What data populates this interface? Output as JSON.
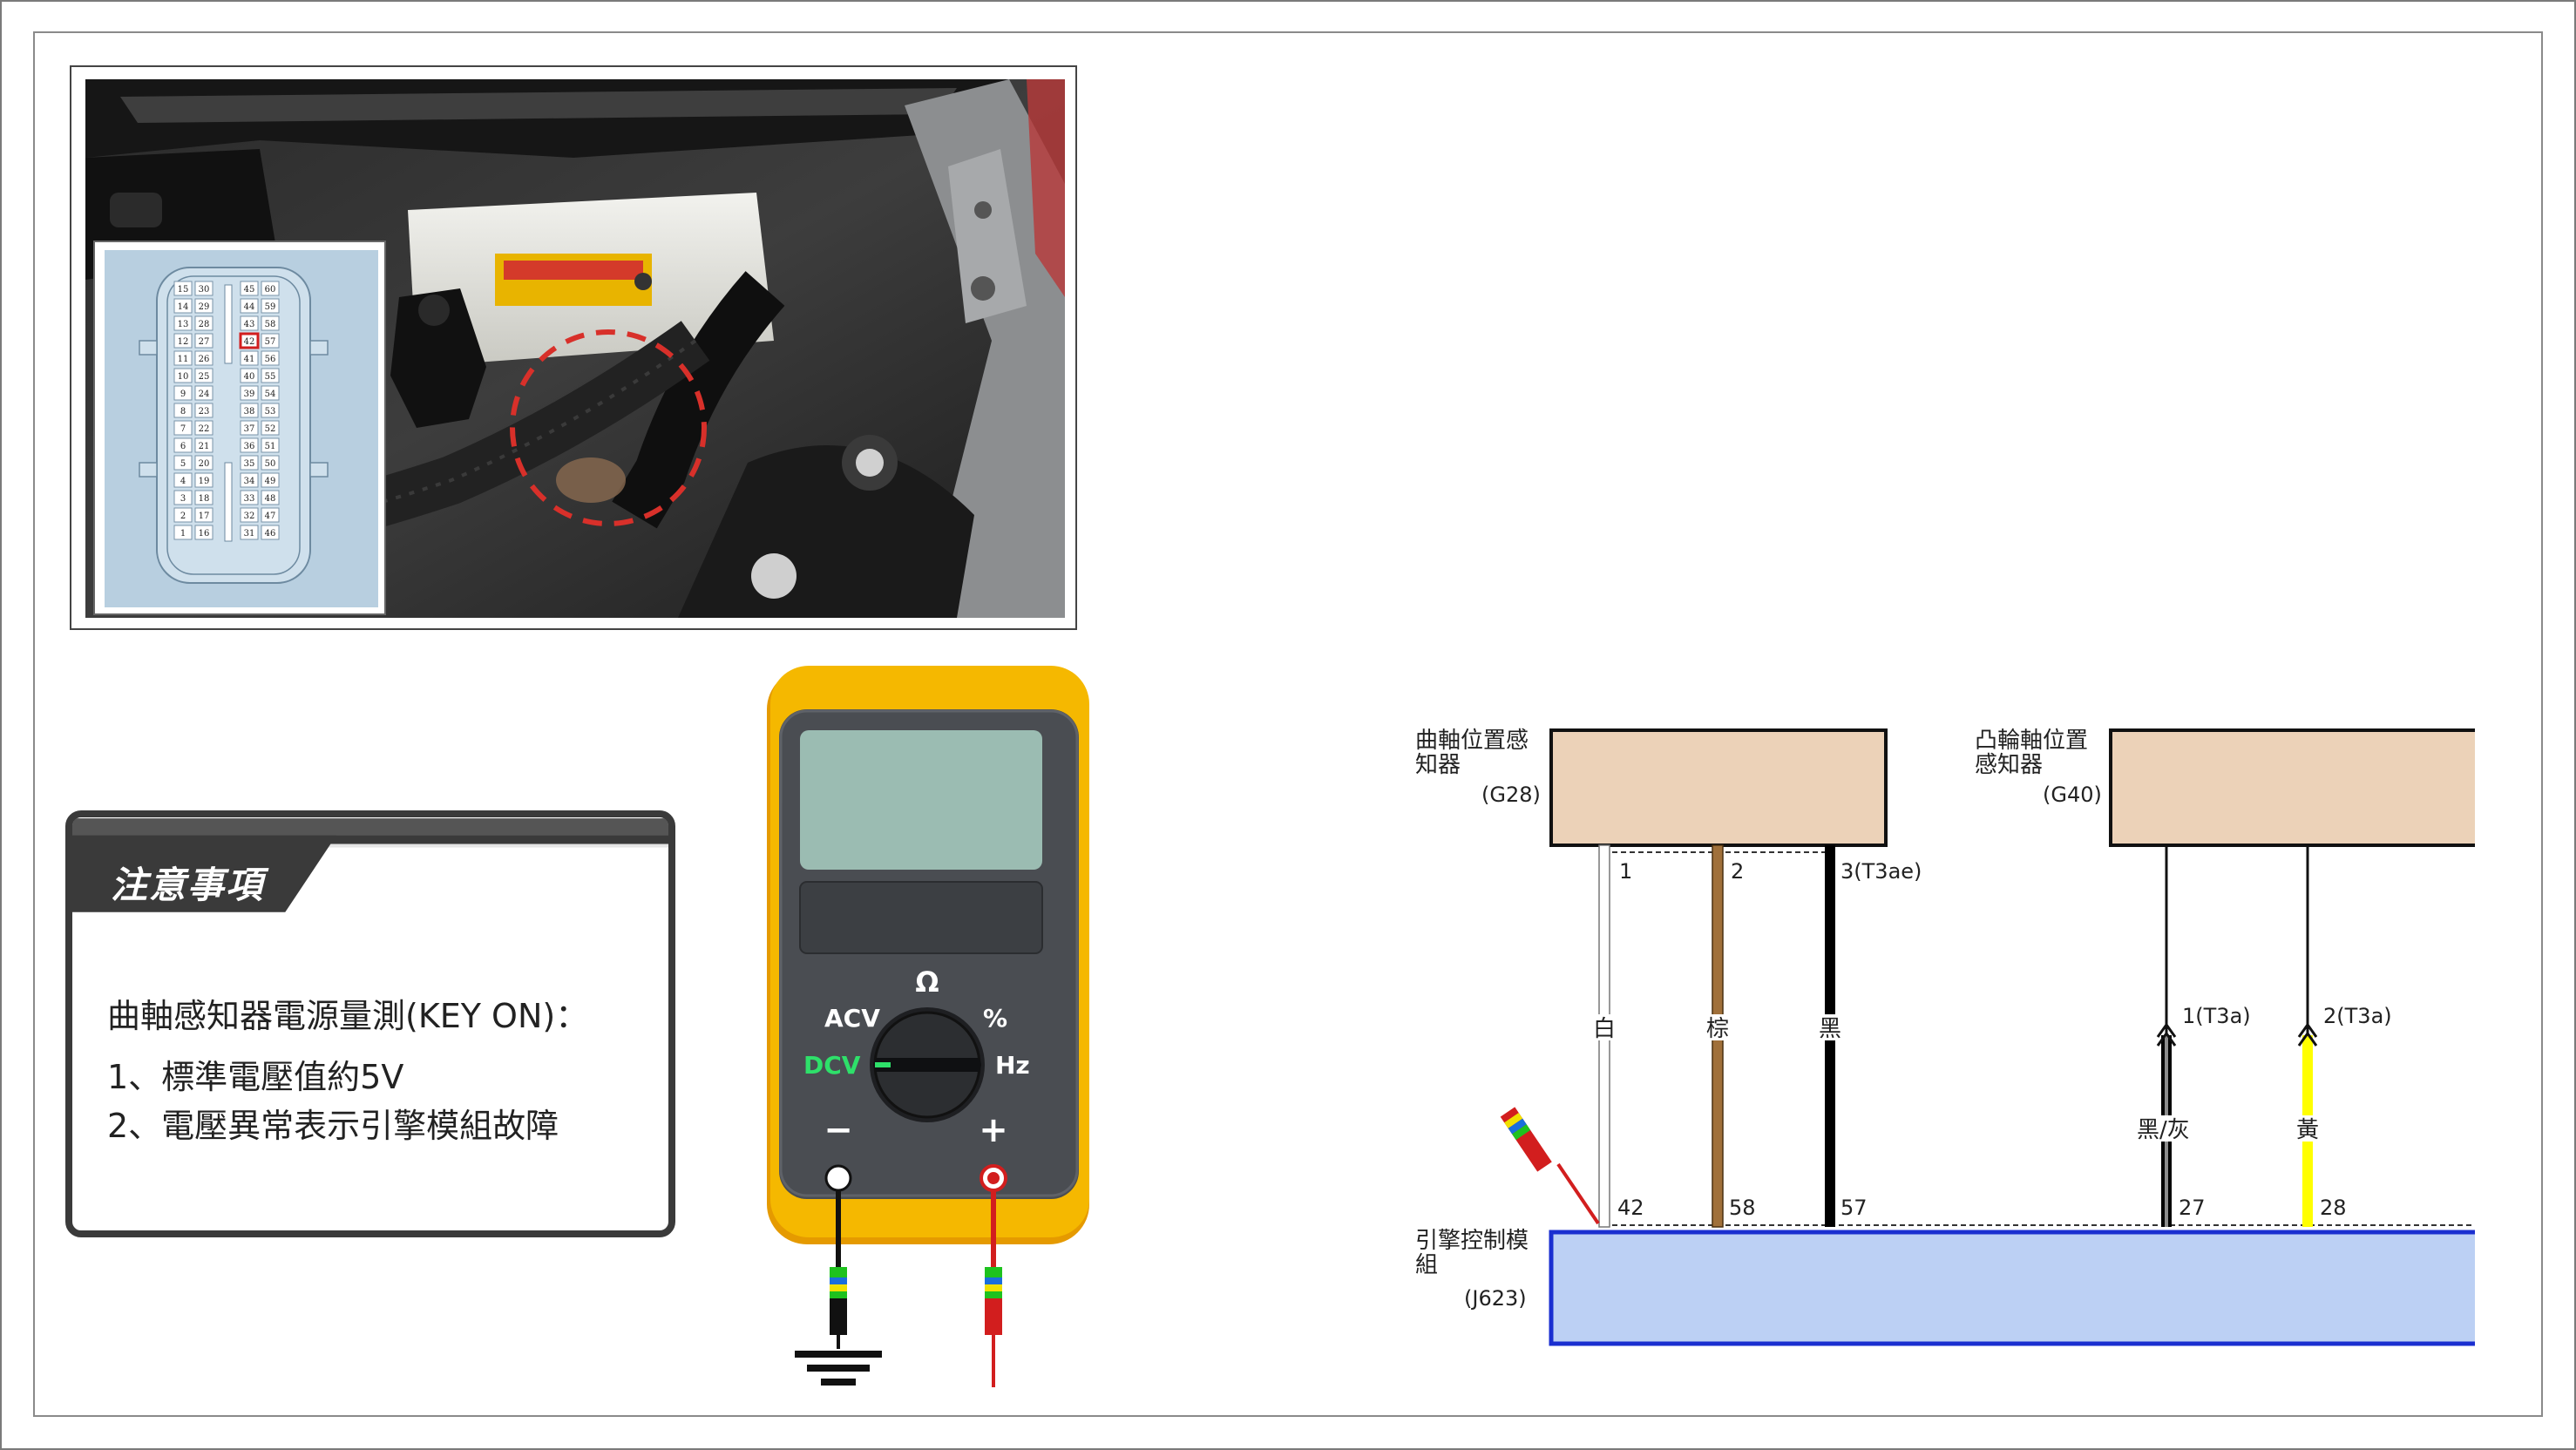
{
  "notice": {
    "title": "注意事項",
    "heading": "曲軸感知器電源量測(KEY ON)：",
    "items": [
      "1、標準電壓值約5V",
      "2、電壓異常表示引擎模組故障"
    ]
  },
  "connector": {
    "rows": [
      [
        "15",
        "30",
        "45",
        "60"
      ],
      [
        "14",
        "29",
        "44",
        "59"
      ],
      [
        "13",
        "28",
        "43",
        "58"
      ],
      [
        "12",
        "27",
        "42",
        "57"
      ],
      [
        "11",
        "26",
        "41",
        "56"
      ],
      [
        "10",
        "25",
        "40",
        "55"
      ],
      [
        "9",
        "24",
        "39",
        "54"
      ],
      [
        "8",
        "23",
        "38",
        "53"
      ],
      [
        "7",
        "22",
        "37",
        "52"
      ],
      [
        "6",
        "21",
        "36",
        "51"
      ],
      [
        "5",
        "20",
        "35",
        "50"
      ],
      [
        "4",
        "19",
        "34",
        "49"
      ],
      [
        "3",
        "18",
        "33",
        "48"
      ],
      [
        "2",
        "17",
        "32",
        "47"
      ],
      [
        "1",
        "16",
        "31",
        "46"
      ]
    ],
    "highlight_pin": "42"
  },
  "meter": {
    "labels": {
      "acv": "ACV",
      "ohm": "Ω",
      "percent": "%",
      "dcv": "DCV",
      "hz": "Hz",
      "minus": "−",
      "plus": "+"
    }
  },
  "wiring": {
    "crank_sensor": {
      "name_line1": "曲軸位置感",
      "name_line2": "知器",
      "code": "(G28)"
    },
    "cam_sensor": {
      "name_line1": "凸輪軸位置",
      "name_line2": "感知器",
      "code": "(G40)"
    },
    "ecm": {
      "name_line1": "引擎控制模",
      "name_line2": "組",
      "code": "(J623)"
    },
    "crank_pins": {
      "p1": "1",
      "p2": "2",
      "p3": "3(T3ae)"
    },
    "crank_colors": {
      "c1": "白",
      "c2": "棕",
      "c3": "黑"
    },
    "cam_pins": {
      "p1": "1(T3a)",
      "p2": "2(T3a)"
    },
    "cam_colors": {
      "c1": "黑/灰",
      "c2": "黃"
    },
    "ecm_pins": {
      "a": "42",
      "b": "58",
      "c": "57",
      "d": "27",
      "e": "28"
    }
  },
  "colors": {
    "sensor_box": "#ecd2b8",
    "ecm_box": "#bcd0f4",
    "ecm_border": "#1a2fd0",
    "meter_body": "#f5b800",
    "meter_face": "#4a4d52",
    "lcd": "#9bbcb2",
    "wire_white": "#ffffff",
    "wire_brown": "#a0703a",
    "wire_black": "#000000",
    "wire_yellow": "#ffff00"
  }
}
